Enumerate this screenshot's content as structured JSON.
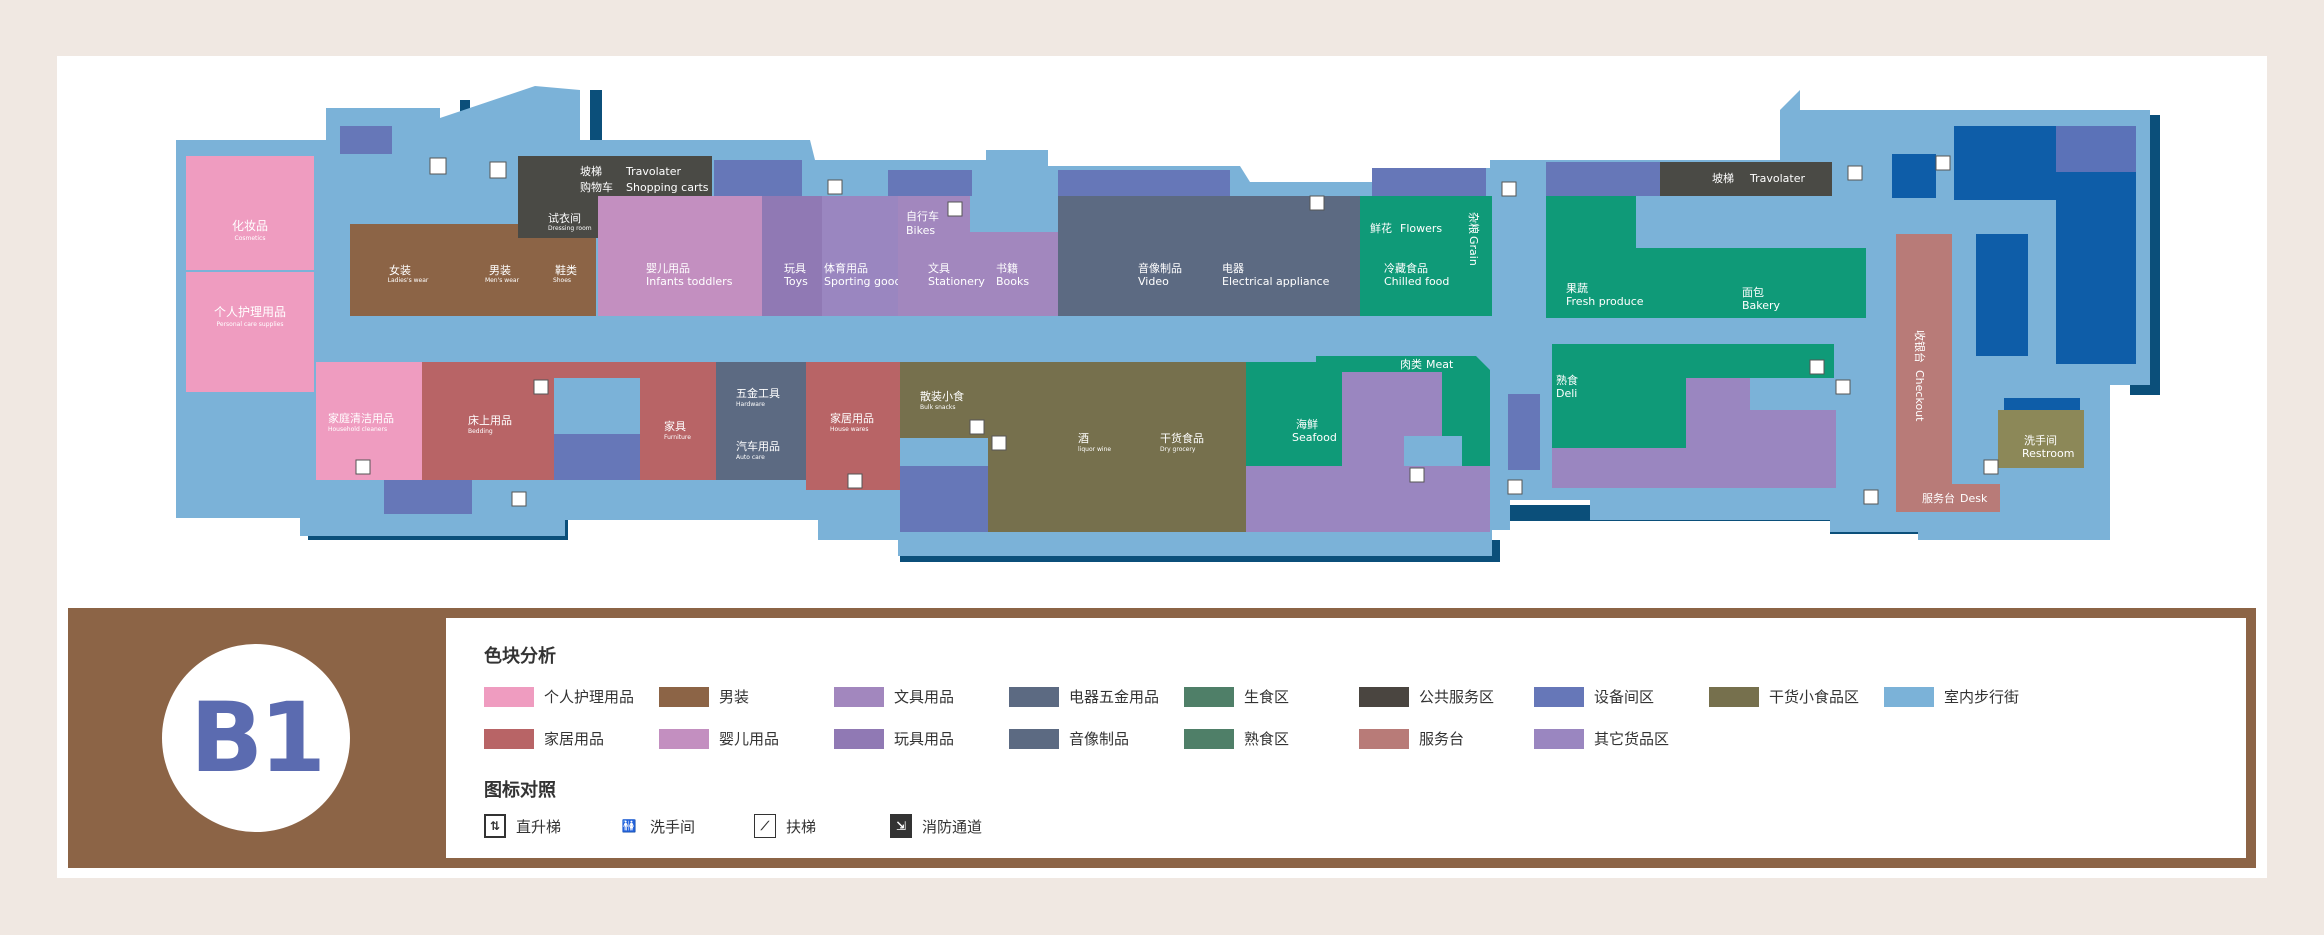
{
  "floor": "B1",
  "colors": {
    "corridor": "#7bb2d8",
    "shadow": "#0b4f7a",
    "personal_care": "#ef9cc0",
    "mens": "#8c6446",
    "stationery": "#a287be",
    "electrical_hardware": "#5c6a82",
    "produce": "#4f8c6e",
    "public_service": "#4a4a45",
    "equipment_room": "#6677b8",
    "dry_goods": "#76704d",
    "household": "#b86466",
    "baby": "#c38fc0",
    "toys": "#9079b4",
    "audio": "#5c6a82",
    "deli": "#4f8c6e",
    "service_desk": "#b87b78",
    "other_goods": "#9a86c0",
    "green_zone": "#0f9a78",
    "deep_blue": "#0e5da8"
  },
  "stores": {
    "cosmetics": {
      "cn": "化妆品",
      "en": "Cosmetics"
    },
    "personal_care": {
      "cn": "个人护理用品",
      "en": "Personal care supplies"
    },
    "household_cleaners": {
      "cn": "家庭清洁用品",
      "en": "Household cleaners"
    },
    "womens": {
      "cn": "女装",
      "en": "Ladies's wear"
    },
    "mens": {
      "cn": "男装",
      "en": "Men's wear"
    },
    "shoes": {
      "cn": "鞋类",
      "en": "Shoes"
    },
    "travolater": {
      "cn": "坡梯",
      "en": "Travolater"
    },
    "carts": {
      "cn": "购物车",
      "en": "Shopping carts"
    },
    "dressing": {
      "cn": "试衣间",
      "en": "Dressing room"
    },
    "infants": {
      "cn": "婴儿用品",
      "en": "Infants toddlers"
    },
    "toys": {
      "cn": "玩具",
      "en": "Toys"
    },
    "sporting": {
      "cn": "体育用品",
      "en": "Sporting goods"
    },
    "bikes": {
      "cn": "自行车",
      "en": "Bikes"
    },
    "stationery": {
      "cn": "文具",
      "en": "Stationery"
    },
    "books": {
      "cn": "书籍",
      "en": "Books"
    },
    "video": {
      "cn": "音像制品",
      "en": "Video"
    },
    "electrical": {
      "cn": "电器",
      "en": "Electrical appliance"
    },
    "flowers": {
      "cn": "鲜花",
      "en": "Flowers"
    },
    "grain": {
      "cn": "杂粮",
      "en": "Grain"
    },
    "chilled": {
      "cn": "冷藏食品",
      "en": "Chilled food"
    },
    "travolater2": {
      "cn": "坡梯",
      "en": "Travolater"
    },
    "produce": {
      "cn": "果蔬",
      "en": "Fresh produce"
    },
    "bakery": {
      "cn": "面包",
      "en": "Bakery"
    },
    "checkout": {
      "cn": "收银台",
      "en": "Checkout"
    },
    "restroom": {
      "cn": "洗手间",
      "en": "Restroom"
    },
    "desk": {
      "cn": "服务台",
      "en": "Desk"
    },
    "bedding": {
      "cn": "床上用品",
      "en": "Bedding"
    },
    "furniture": {
      "cn": "家具",
      "en": "Furniture"
    },
    "hardware": {
      "cn": "五金工具",
      "en": "Hardware"
    },
    "auto": {
      "cn": "汽车用品",
      "en": "Auto care"
    },
    "housewares": {
      "cn": "家居用品",
      "en": "House wares"
    },
    "bulk": {
      "cn": "散装小食",
      "en": "Bulk snacks"
    },
    "liquor": {
      "cn": "酒",
      "en": "liquor wine"
    },
    "dry_grocery": {
      "cn": "干货食品",
      "en": "Dry grocery"
    },
    "seafood": {
      "cn": "海鲜",
      "en": "Seafood"
    },
    "meat": {
      "cn": "肉类",
      "en": "Meat"
    },
    "deli": {
      "cn": "熟食",
      "en": "Deli"
    }
  },
  "legend": {
    "color_title": "色块分析",
    "icon_title": "图标对照",
    "swatches": [
      {
        "label": "个人护理用品",
        "color": "#ef9cc0"
      },
      {
        "label": "男装",
        "color": "#8c6446"
      },
      {
        "label": "文具用品",
        "color": "#a287be"
      },
      {
        "label": "电器五金用品",
        "color": "#5c6a82"
      },
      {
        "label": "生食区",
        "color": "#4f7f68"
      },
      {
        "label": "公共服务区",
        "color": "#4a4540"
      },
      {
        "label": "设备间区",
        "color": "#6677b8"
      },
      {
        "label": "干货小食品区",
        "color": "#76704d"
      },
      {
        "label": "室内步行街",
        "color": "#7bb2d8"
      },
      {
        "label": "家居用品",
        "color": "#b86466"
      },
      {
        "label": "婴儿用品",
        "color": "#c38fc0"
      },
      {
        "label": "玩具用品",
        "color": "#9079b4"
      },
      {
        "label": "音像制品",
        "color": "#5c6a82"
      },
      {
        "label": "熟食区",
        "color": "#4f7f68"
      },
      {
        "label": "服务台",
        "color": "#b87b78"
      },
      {
        "label": "其它货品区",
        "color": "#9a86c0"
      }
    ],
    "icons": [
      {
        "label": "直升梯",
        "glyph": "elevator-icon"
      },
      {
        "label": "洗手间",
        "glyph": "restroom-icon"
      },
      {
        "label": "扶梯",
        "glyph": "escalator-icon"
      },
      {
        "label": "消防通道",
        "glyph": "fire-exit-icon"
      }
    ]
  }
}
